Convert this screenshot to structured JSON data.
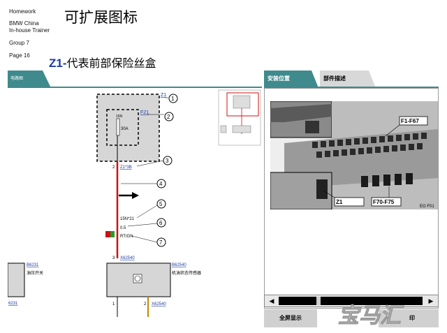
{
  "meta": {
    "homework": "Homework",
    "bmw_china": "BMW China",
    "inhouse": "In-house Trainer",
    "group": "Group 7",
    "page": "Page 16"
  },
  "title": "可扩展图标",
  "subtitle": {
    "code": "Z1",
    "dash": "-",
    "text": "代表前部保险丝盒"
  },
  "left_tab": {
    "label": "电路图"
  },
  "diagram": {
    "z1_label": "Z1",
    "f21_label": "F21",
    "fuse_amp": "15N",
    "fuse_rating": "30A",
    "pin_top": "2",
    "z1_pin": "Z1*3B",
    "wire_spec": "15N*21",
    "wire_size": "0.5",
    "wire_color": "RT/GN",
    "pin_bottom": "3",
    "x62540_top": "X62540",
    "b6231_label": "B6231",
    "b6231_desc": "油压开关",
    "b62540_label": "B62540",
    "b62540_desc": "机油状态传感器",
    "left_edge_label": "6231",
    "pin_1": "1",
    "pin_2": "2",
    "x62540_bottom": "X62540",
    "callouts": [
      "1",
      "2",
      "3",
      "4",
      "5",
      "6",
      "7"
    ]
  },
  "right_tabs": {
    "install": "安装位置",
    "parts": "部件描述"
  },
  "photo": {
    "label_f1_f67": "F1-F67",
    "label_z1": "Z1",
    "label_f70_f75": "F70-F75",
    "corner_code": "EO F01"
  },
  "scrollbar": {
    "left_arrow": "◀",
    "right_arrow": "▶"
  },
  "buttons": {
    "full_screen": "全屏显示",
    "print": "印"
  },
  "watermark": {
    "text": "宝马汇"
  }
}
